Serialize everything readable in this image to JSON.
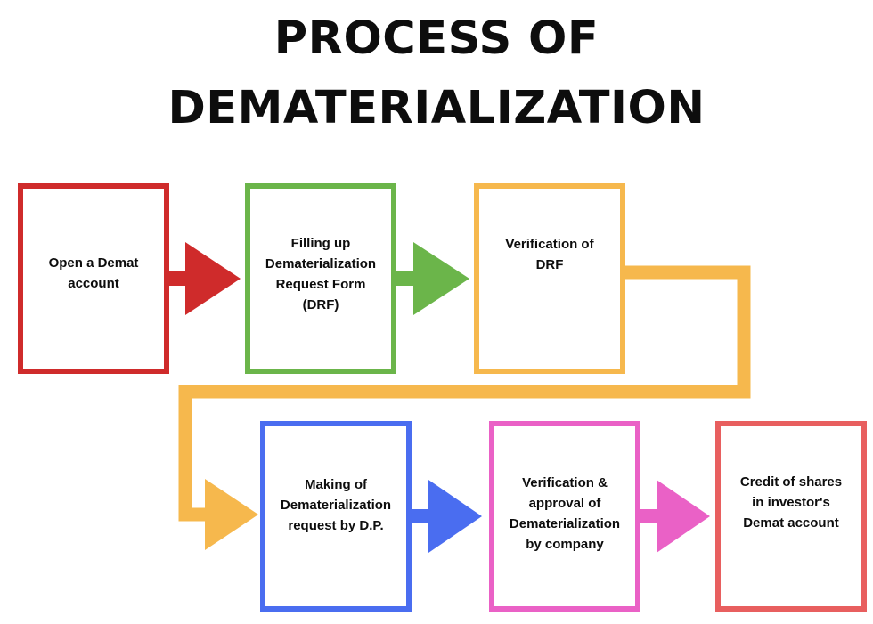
{
  "title": {
    "line1": "PROCESS OF",
    "line2": "DEMATERIALIZATION"
  },
  "steps": [
    {
      "label": "Open a Demat\naccount",
      "color": "#cf2b2b"
    },
    {
      "label": "Filling up\nDematerialization\nRequest Form\n(DRF)",
      "color": "#6bb54a"
    },
    {
      "label": "Verification of\nDRF",
      "color": "#f6b84d"
    },
    {
      "label": "Making of\nDematerialization\nrequest by D.P.",
      "color": "#4a6df0"
    },
    {
      "label": "Verification &\napproval of\nDematerialization\nby company",
      "color": "#ea61c6"
    },
    {
      "label": "Credit of shares\nin investor's\nDemat account",
      "color": "#e85f5f"
    }
  ],
  "arrow_colors": {
    "step1_to_step2": "#cf2b2b",
    "step2_to_step3": "#6bb54a",
    "step3_to_step4": "#f6b84d",
    "step4_to_step5": "#4a6df0",
    "step5_to_step6": "#ea61c6"
  }
}
